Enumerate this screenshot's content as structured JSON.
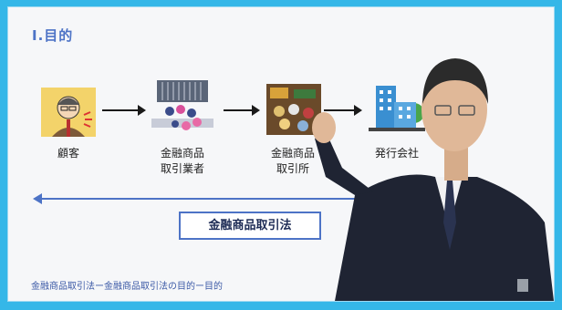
{
  "slide": {
    "title": "Ⅰ.目的",
    "actors": [
      {
        "label_line1": "顧客",
        "label_line2": "",
        "icon": "customer-icon"
      },
      {
        "label_line1": "金融商品",
        "label_line2": "取引業者",
        "icon": "trading-floor-icon"
      },
      {
        "label_line1": "金融商品",
        "label_line2": "取引所",
        "icon": "exchange-icon"
      },
      {
        "label_line1": "発行会社",
        "label_line2": "",
        "icon": "company-building-icon"
      }
    ],
    "law_label": "金融商品取引法",
    "breadcrumb": "金融商品取引法ー金融商品取引法の目的ー目的"
  },
  "colors": {
    "accent": "#4d73c6",
    "frame": "#35b7e8",
    "slide_bg": "#f6f7f9"
  }
}
